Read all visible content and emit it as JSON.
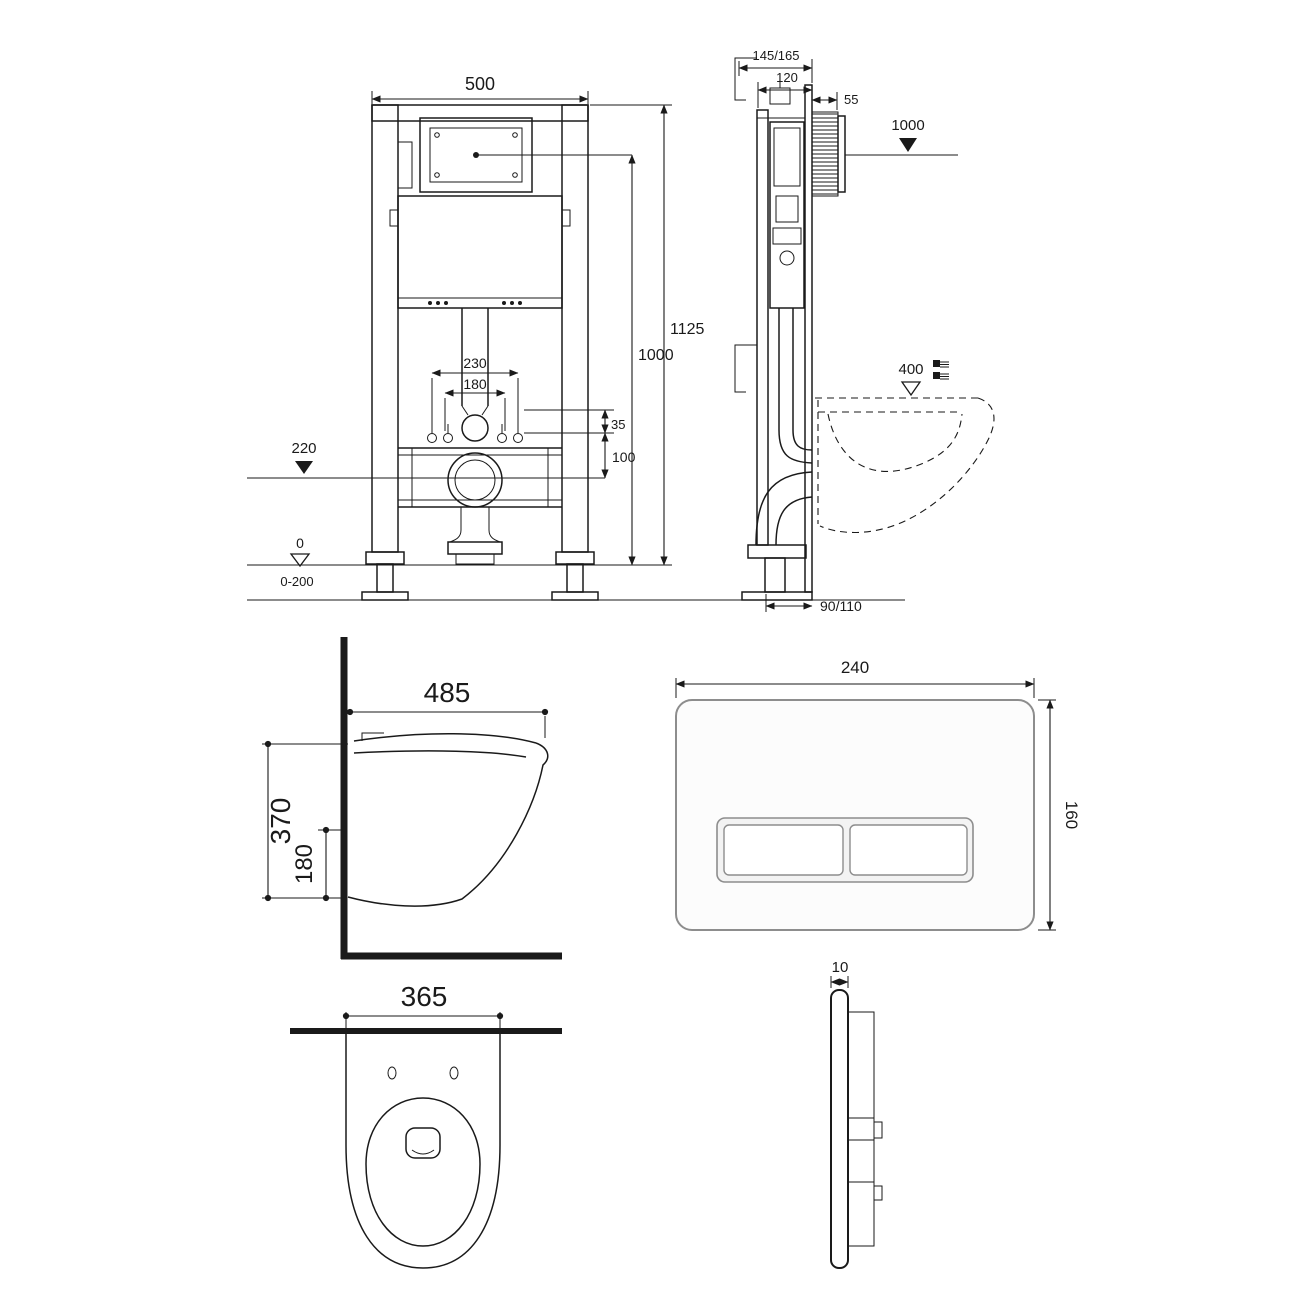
{
  "diagram": {
    "colors": {
      "line": "#1a1a1a",
      "background": "#ffffff",
      "plate_fill": "#fcfcfc"
    },
    "views": {
      "frame_front": {
        "dims": {
          "width": "500",
          "total_height": "1125",
          "frame_height": "1000",
          "fixing_width_outer": "230",
          "fixing_width_inner": "180",
          "offset_small": "35",
          "outlet_height": "100",
          "water_level": "220",
          "floor_level": "0",
          "adjust_range": "0-200"
        }
      },
      "frame_side": {
        "dims": {
          "depth_total": "145/165",
          "depth_frame": "120",
          "plate_depth": "55",
          "height_mark": "1000",
          "bowl_height_mark": "400",
          "outlet_offset": "90/110"
        }
      },
      "bowl_side": {
        "dims": {
          "depth": "485",
          "height_total": "370",
          "height_rim": "180"
        }
      },
      "plate_front": {
        "dims": {
          "width": "240",
          "height": "160"
        }
      },
      "bowl_top": {
        "dims": {
          "width": "365"
        }
      },
      "plate_side": {
        "dims": {
          "thickness": "10"
        }
      }
    }
  }
}
